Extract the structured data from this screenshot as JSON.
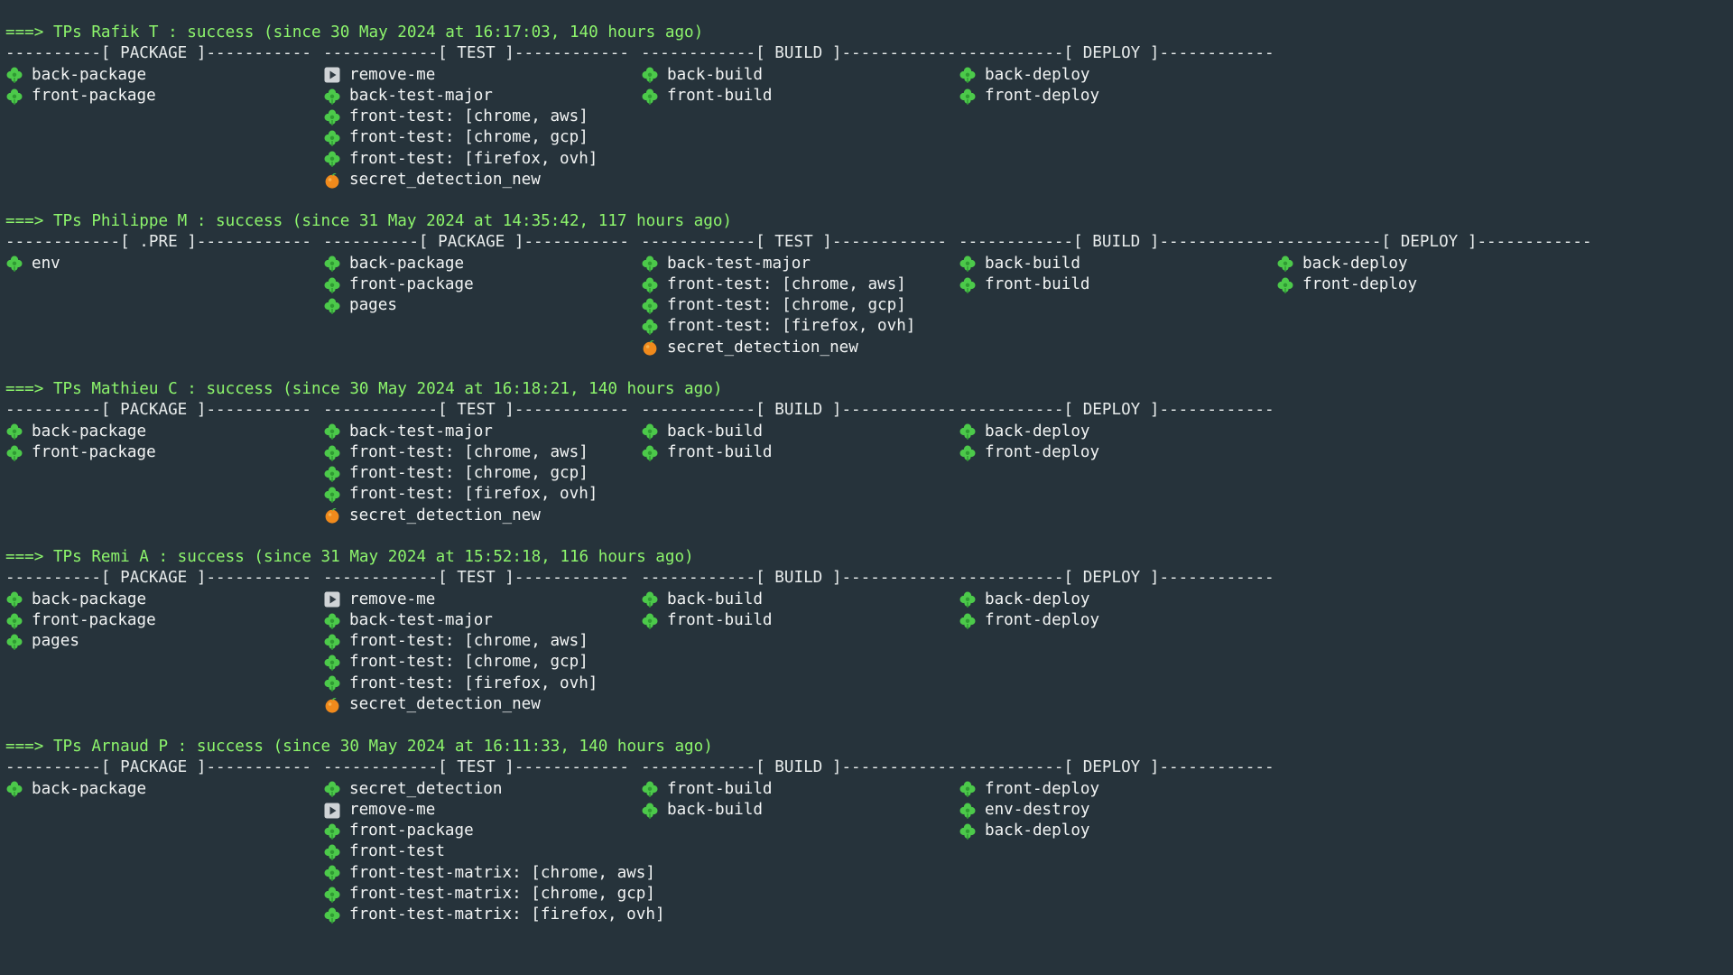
{
  "pipelines": [
    {
      "header": "===> TPs Rafik T : success (since 30 May 2024 at 16:17:03, 140 hours ago)",
      "stages": [
        {
          "title": "----------[ PACKAGE ]-----------",
          "jobs": [
            {
              "label": "back-package",
              "icon": "clover-icon"
            },
            {
              "label": "front-package",
              "icon": "clover-icon"
            }
          ]
        },
        {
          "title": "------------[ TEST ]------------",
          "jobs": [
            {
              "label": "remove-me",
              "icon": "play-icon"
            },
            {
              "label": "back-test-major",
              "icon": "clover-icon"
            },
            {
              "label": "front-test: [chrome, aws]",
              "icon": "clover-icon"
            },
            {
              "label": "front-test: [chrome, gcp]",
              "icon": "clover-icon"
            },
            {
              "label": "front-test: [firefox, ovh]",
              "icon": "clover-icon"
            },
            {
              "label": "secret_detection_new",
              "icon": "orange-icon"
            }
          ]
        },
        {
          "title": "------------[ BUILD ]------------",
          "jobs": [
            {
              "label": "back-build",
              "icon": "clover-icon"
            },
            {
              "label": "front-build",
              "icon": "clover-icon"
            }
          ]
        },
        {
          "title": "-----------[ DEPLOY ]------------",
          "jobs": [
            {
              "label": "back-deploy",
              "icon": "clover-icon"
            },
            {
              "label": "front-deploy",
              "icon": "clover-icon"
            }
          ]
        }
      ]
    },
    {
      "header": "===> TPs Philippe M : success (since 31 May 2024 at 14:35:42, 117 hours ago)",
      "stages": [
        {
          "title": "------------[ .PRE ]------------",
          "jobs": [
            {
              "label": "env",
              "icon": "clover-icon"
            }
          ]
        },
        {
          "title": "----------[ PACKAGE ]-----------",
          "jobs": [
            {
              "label": "back-package",
              "icon": "clover-icon"
            },
            {
              "label": "front-package",
              "icon": "clover-icon"
            },
            {
              "label": "pages",
              "icon": "clover-icon"
            }
          ]
        },
        {
          "title": "------------[ TEST ]------------",
          "jobs": [
            {
              "label": "back-test-major",
              "icon": "clover-icon"
            },
            {
              "label": "front-test: [chrome, aws]",
              "icon": "clover-icon"
            },
            {
              "label": "front-test: [chrome, gcp]",
              "icon": "clover-icon"
            },
            {
              "label": "front-test: [firefox, ovh]",
              "icon": "clover-icon"
            },
            {
              "label": "secret_detection_new",
              "icon": "orange-icon"
            }
          ]
        },
        {
          "title": "------------[ BUILD ]------------",
          "jobs": [
            {
              "label": "back-build",
              "icon": "clover-icon"
            },
            {
              "label": "front-build",
              "icon": "clover-icon"
            }
          ]
        },
        {
          "title": "-----------[ DEPLOY ]------------",
          "jobs": [
            {
              "label": "back-deploy",
              "icon": "clover-icon"
            },
            {
              "label": "front-deploy",
              "icon": "clover-icon"
            }
          ]
        }
      ]
    },
    {
      "header": "===> TPs Mathieu C : success (since 30 May 2024 at 16:18:21, 140 hours ago)",
      "stages": [
        {
          "title": "----------[ PACKAGE ]-----------",
          "jobs": [
            {
              "label": "back-package",
              "icon": "clover-icon"
            },
            {
              "label": "front-package",
              "icon": "clover-icon"
            }
          ]
        },
        {
          "title": "------------[ TEST ]------------",
          "jobs": [
            {
              "label": "back-test-major",
              "icon": "clover-icon"
            },
            {
              "label": "front-test: [chrome, aws]",
              "icon": "clover-icon"
            },
            {
              "label": "front-test: [chrome, gcp]",
              "icon": "clover-icon"
            },
            {
              "label": "front-test: [firefox, ovh]",
              "icon": "clover-icon"
            },
            {
              "label": "secret_detection_new",
              "icon": "orange-icon"
            }
          ]
        },
        {
          "title": "------------[ BUILD ]------------",
          "jobs": [
            {
              "label": "back-build",
              "icon": "clover-icon"
            },
            {
              "label": "front-build",
              "icon": "clover-icon"
            }
          ]
        },
        {
          "title": "-----------[ DEPLOY ]------------",
          "jobs": [
            {
              "label": "back-deploy",
              "icon": "clover-icon"
            },
            {
              "label": "front-deploy",
              "icon": "clover-icon"
            }
          ]
        }
      ]
    },
    {
      "header": "===> TPs Remi A : success (since 31 May 2024 at 15:52:18, 116 hours ago)",
      "stages": [
        {
          "title": "----------[ PACKAGE ]-----------",
          "jobs": [
            {
              "label": "back-package",
              "icon": "clover-icon"
            },
            {
              "label": "front-package",
              "icon": "clover-icon"
            },
            {
              "label": "pages",
              "icon": "clover-icon"
            }
          ]
        },
        {
          "title": "------------[ TEST ]------------",
          "jobs": [
            {
              "label": "remove-me",
              "icon": "play-icon"
            },
            {
              "label": "back-test-major",
              "icon": "clover-icon"
            },
            {
              "label": "front-test: [chrome, aws]",
              "icon": "clover-icon"
            },
            {
              "label": "front-test: [chrome, gcp]",
              "icon": "clover-icon"
            },
            {
              "label": "front-test: [firefox, ovh]",
              "icon": "clover-icon"
            },
            {
              "label": "secret_detection_new",
              "icon": "orange-icon"
            }
          ]
        },
        {
          "title": "------------[ BUILD ]------------",
          "jobs": [
            {
              "label": "back-build",
              "icon": "clover-icon"
            },
            {
              "label": "front-build",
              "icon": "clover-icon"
            }
          ]
        },
        {
          "title": "-----------[ DEPLOY ]------------",
          "jobs": [
            {
              "label": "back-deploy",
              "icon": "clover-icon"
            },
            {
              "label": "front-deploy",
              "icon": "clover-icon"
            }
          ]
        }
      ]
    },
    {
      "header": "===> TPs Arnaud P : success (since 30 May 2024 at 16:11:33, 140 hours ago)",
      "stages": [
        {
          "title": "----------[ PACKAGE ]-----------",
          "jobs": [
            {
              "label": "back-package",
              "icon": "clover-icon"
            }
          ]
        },
        {
          "title": "------------[ TEST ]------------",
          "jobs": [
            {
              "label": "secret_detection",
              "icon": "clover-icon"
            },
            {
              "label": "remove-me",
              "icon": "play-icon"
            },
            {
              "label": "front-package",
              "icon": "clover-icon"
            },
            {
              "label": "front-test",
              "icon": "clover-icon"
            },
            {
              "label": "front-test-matrix: [chrome, aws]",
              "icon": "clover-icon"
            },
            {
              "label": "front-test-matrix: [chrome, gcp]",
              "icon": "clover-icon"
            },
            {
              "label": "front-test-matrix: [firefox, ovh]",
              "icon": "clover-icon"
            }
          ]
        },
        {
          "title": "------------[ BUILD ]------------",
          "jobs": [
            {
              "label": "front-build",
              "icon": "clover-icon"
            },
            {
              "label": "back-build",
              "icon": "clover-icon"
            }
          ]
        },
        {
          "title": "-----------[ DEPLOY ]------------",
          "jobs": [
            {
              "label": "front-deploy",
              "icon": "clover-icon"
            },
            {
              "label": "env-destroy",
              "icon": "clover-icon"
            },
            {
              "label": "back-deploy",
              "icon": "clover-icon"
            }
          ]
        }
      ]
    }
  ],
  "colors": {
    "background": "#26333b",
    "header": "#8df56c",
    "text": "#e8ecec",
    "success": "#4cc94a",
    "manual": "#cfd3d6",
    "allowed_failure": "#f08a1c"
  }
}
